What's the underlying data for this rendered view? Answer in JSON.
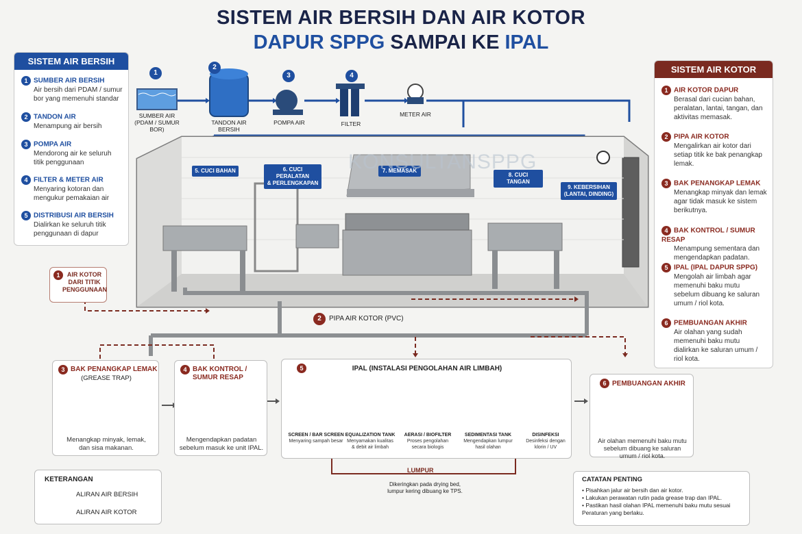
{
  "title": {
    "line1": "SISTEM AIR BERSIH DAN AIR KOTOR",
    "line2_part1": "DAPUR SPPG",
    "line2_part2": " SAMPAI KE ",
    "line2_part3": "IPAL"
  },
  "colors": {
    "clean": "#1f4fa0",
    "dirty": "#7a2a20"
  },
  "clean_panel": {
    "heading": "SISTEM AIR BERSIH",
    "items": [
      {
        "num": "1",
        "title": "SUMBER AIR BERSIH",
        "desc": "Air bersih dari PDAM / sumur bor yang memenuhi standar"
      },
      {
        "num": "2",
        "title": "TANDON AIR",
        "desc": "Menampung air bersih"
      },
      {
        "num": "3",
        "title": "POMPA AIR",
        "desc": "Mendorong air ke seluruh titik penggunaan"
      },
      {
        "num": "4",
        "title": "FILTER & METER AIR",
        "desc": "Menyaring kotoran dan mengukur pemakaian air"
      },
      {
        "num": "5",
        "title": "DISTRIBUSI AIR BERSIH",
        "desc": "Dialirkan ke seluruh titik penggunaan di dapur"
      }
    ]
  },
  "dirty_panel": {
    "heading": "SISTEM AIR KOTOR",
    "items": [
      {
        "num": "1",
        "title": "AIR KOTOR DAPUR",
        "desc": "Berasal dari cucian bahan, peralatan, lantai, tangan, dan aktivitas memasak."
      },
      {
        "num": "2",
        "title": "PIPA AIR KOTOR",
        "desc": "Mengalirkan air kotor dari setiap titik ke bak penangkap lemak."
      },
      {
        "num": "3",
        "title": "BAK PENANGKAP LEMAK",
        "desc": "Menangkap minyak dan lemak agar tidak masuk ke sistem berikutnya."
      },
      {
        "num": "4",
        "title": "BAK KONTROL / SUMUR RESAP",
        "desc": "Menampung sementara dan mengendapkan padatan."
      },
      {
        "num": "5",
        "title": "IPAL (IPAL DAPUR SPPG)",
        "desc": "Mengolah air limbah agar memenuhi baku mutu sebelum dibuang ke saluran umum / riol kota."
      },
      {
        "num": "6",
        "title": "PEMBUANGAN AKHIR",
        "desc": "Air olahan yang sudah memenuhi baku mutu dialirkan ke saluran umum / riol kota."
      }
    ]
  },
  "supply_chain": [
    {
      "num": "1",
      "label": "SUMBER AIR\n(PDAM / SUMUR BOR)"
    },
    {
      "num": "2",
      "label": "TANDON AIR\nBERSIH"
    },
    {
      "num": "3",
      "label": "POMPA AIR"
    },
    {
      "num": "4",
      "label": "FILTER"
    },
    {
      "num": "",
      "label": "METER AIR"
    }
  ],
  "kitchen_tags": {
    "t5": "5. CUCI BAHAN",
    "t6": "6. CUCI PERALATAN\n& PERLENGKAPAN",
    "t7": "7. MEMASAK",
    "t8": "8. CUCI TANGAN",
    "t9": "9. KEBERSIHAN\n(LANTAI, DINDING)"
  },
  "watermark": "KONSULTANSPPG",
  "dirty_source": {
    "num": "1",
    "label": "AIR KOTOR\nDARI TITIK\nPENGGUNAAN"
  },
  "pipe_label": {
    "num": "2",
    "label": "PIPA AIR KOTOR (PVC)"
  },
  "grease_trap": {
    "num": "3",
    "title": "BAK PENANGKAP LEMAK",
    "subtitle": "(GREASE TRAP)",
    "desc": "Menangkap minyak, lemak,\ndan sisa makanan."
  },
  "control_tank": {
    "num": "4",
    "title": "BAK KONTROL /",
    "title2": "SUMUR RESAP",
    "desc": "Mengendapkan padatan\nsebelum masuk ke unit IPAL."
  },
  "ipal": {
    "num": "5",
    "title": "IPAL (INSTALASI PENGOLAHAN AIR LIMBAH)",
    "stages": [
      {
        "name": "SCREEN / BAR SCREEN",
        "desc": "Menyaring sampah besar"
      },
      {
        "name": "EQUALIZATION TANK",
        "desc": "Menyamakan kualitas\n& debit air limbah"
      },
      {
        "name": "AERASI / BIOFILTER",
        "desc": "Proses pengolahan\nsecara biologis"
      },
      {
        "name": "SEDIMENTASI TANK",
        "desc": "Mengendapkan lumpur\nhasil olahan"
      },
      {
        "name": "DISINFEKSI",
        "desc": "Desinfeksi dengan\nklorin / UV"
      }
    ],
    "sludge_label": "LUMPUR",
    "sludge_desc": "Dikeringkan pada drying bed,\nlumpur kering dibuang ke TPS."
  },
  "final_discharge": {
    "num": "6",
    "title": "PEMBUANGAN AKHIR",
    "desc": "Air olahan memenuhi baku mutu\nsebelum dibuang ke saluran\numum / riol kota."
  },
  "legend": {
    "title": "KETERANGAN",
    "items": [
      {
        "label": "ALIRAN AIR BERSIH",
        "color": "#1f4fa0"
      },
      {
        "label": "ALIRAN AIR KOTOR",
        "color": "#7a2a20"
      }
    ]
  },
  "notes": {
    "title": "CATATAN PENTING",
    "items": [
      "Pisahkan jalur air bersih dan air kotor.",
      "Lakukan perawatan rutin pada grease trap dan IPAL.",
      "Pastikan hasil olahan IPAL memenuhi baku mutu sesuai Peraturan yang berlaku."
    ]
  }
}
